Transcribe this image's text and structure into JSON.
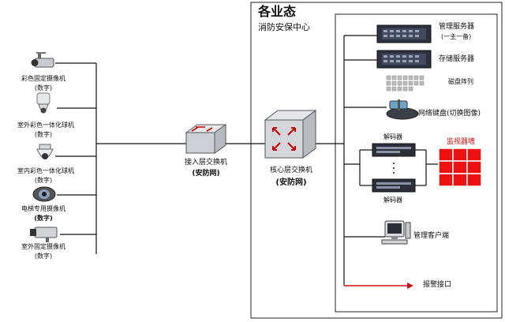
{
  "zone": {
    "title": "各业态",
    "subtitle": "消防安保中心"
  },
  "cameras": [
    {
      "name": "彩色固定摄像机",
      "sub": "(数字)",
      "icon": "box-camera-icon"
    },
    {
      "name": "室外彩色一体化球机",
      "sub": "(数字)",
      "icon": "outdoor-dome-camera-icon"
    },
    {
      "name": "室内彩色一体化球机",
      "sub": "(数字)",
      "icon": "indoor-dome-camera-icon"
    },
    {
      "name": "电梯专用摄像机",
      "sub": "(数字)",
      "icon": "elevator-camera-icon"
    },
    {
      "name": "室外固定摄像机",
      "sub": "(数字)",
      "icon": "outdoor-fixed-camera-icon"
    }
  ],
  "access_switch": {
    "name": "接入层交换机",
    "net": "(安防网)",
    "icon": "switch-icon"
  },
  "core_switch": {
    "name": "核心层交换机",
    "net": "(安防网)",
    "icon": "core-switch-icon"
  },
  "devices": {
    "mgmt_server": {
      "name": "管理服务器",
      "note": "(一主一备)",
      "icon": "server-icon"
    },
    "storage_server": {
      "name": "存储服务器",
      "icon": "server-icon"
    },
    "disk_array": {
      "name": "磁盘阵列",
      "icon": "disk-array-icon"
    },
    "keyboard": {
      "name": "网络键盘(切换图像)",
      "icon": "keyboard-icon"
    },
    "decoder_top": {
      "name": "解码器",
      "icon": "decoder-icon"
    },
    "decoder_bottom": {
      "name": "解码器",
      "icon": "decoder-icon"
    },
    "video_wall": {
      "name": "监视器墙",
      "icon": "video-wall-icon",
      "color": "#ee1111"
    },
    "client": {
      "name": "管理客户端",
      "icon": "computer-icon"
    },
    "alarm": {
      "name": "报警接口",
      "icon": "arrow-icon",
      "color": "#cc1111"
    }
  }
}
